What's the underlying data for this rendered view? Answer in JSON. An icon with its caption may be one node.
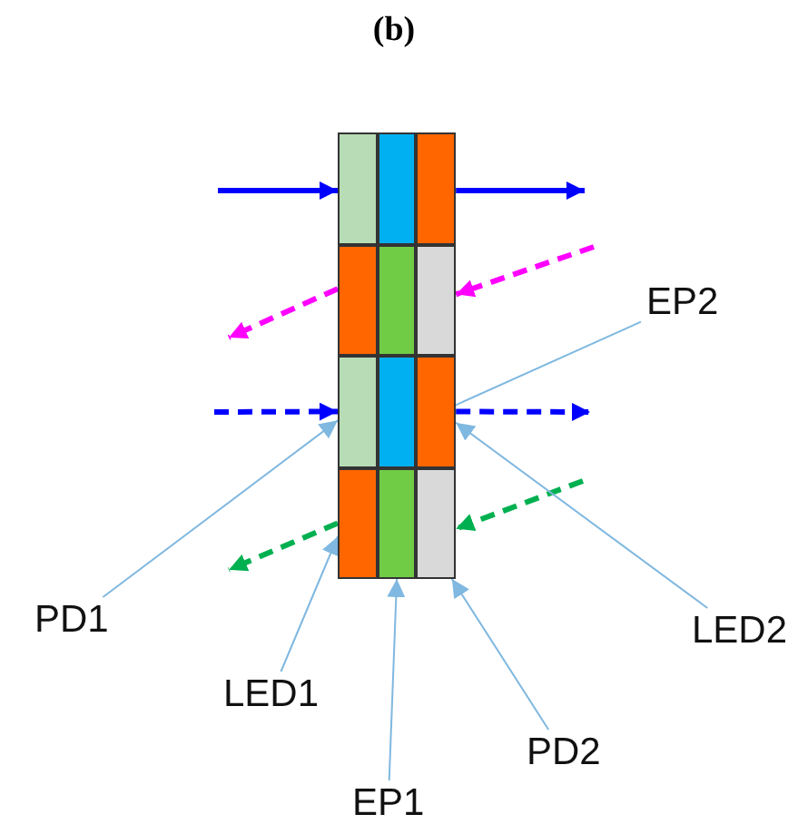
{
  "diagram": {
    "title": "(b)",
    "nodes": [
      {
        "text": [],
        "shape": "box"
      },
      {
        "text": [],
        "shape": "box"
      },
      {
        "text": [],
        "shape": "box"
      },
      {
        "text": [],
        "shape": "box"
      },
      {
        "text": [],
        "shape": "box"
      },
      {
        "text": [],
        "shape": "box"
      },
      {
        "text": [],
        "shape": "box"
      },
      {
        "text": [],
        "shape": "box"
      },
      {
        "text": [],
        "shape": "box"
      },
      {
        "text": [],
        "shape": "box"
      },
      {
        "text": [],
        "shape": "box"
      },
      {
        "text": [],
        "shape": "box"
      },
      {
        "text": [
          "EP2"
        ]
      },
      {
        "text": [
          "PD1"
        ]
      },
      {
        "text": [
          "LED2"
        ]
      },
      {
        "text": [
          "LED1"
        ]
      },
      {
        "text": [
          "PD2"
        ]
      },
      {
        "text": [
          "EP1"
        ]
      }
    ],
    "edges": [
      {
        "from": null,
        "to": 0,
        "arrow": "to",
        "color": "#0000ff"
      },
      {
        "from": 2,
        "to": null,
        "arrow": "to",
        "color": "#0000ff"
      },
      {
        "from": null,
        "to": 5,
        "arrow": "to",
        "style": "dashed",
        "color": "#ff00ff"
      },
      {
        "from": 3,
        "to": null,
        "arrow": "to",
        "style": "dashed",
        "color": "#ff00ff"
      },
      {
        "from": null,
        "to": 6,
        "arrow": "to",
        "style": "dashed",
        "color": "#0000ff"
      },
      {
        "from": 8,
        "to": null,
        "arrow": "to",
        "style": "dashed",
        "color": "#0000ff"
      },
      {
        "from": null,
        "to": 11,
        "arrow": "to",
        "style": "dashed",
        "color": "#00b050"
      },
      {
        "from": 9,
        "to": null,
        "arrow": "to",
        "style": "dashed",
        "color": "#00b050"
      },
      {
        "from": 12,
        "to": 7,
        "arrow": "to"
      },
      {
        "from": 13,
        "to": 6,
        "arrow": "to"
      },
      {
        "from": 14,
        "to": 8,
        "arrow": "to"
      },
      {
        "from": 15,
        "to": 9,
        "arrow": "to"
      },
      {
        "from": 16,
        "to": 11,
        "arrow": "to"
      },
      {
        "from": 17,
        "to": 10,
        "arrow": "to"
      }
    ]
  }
}
